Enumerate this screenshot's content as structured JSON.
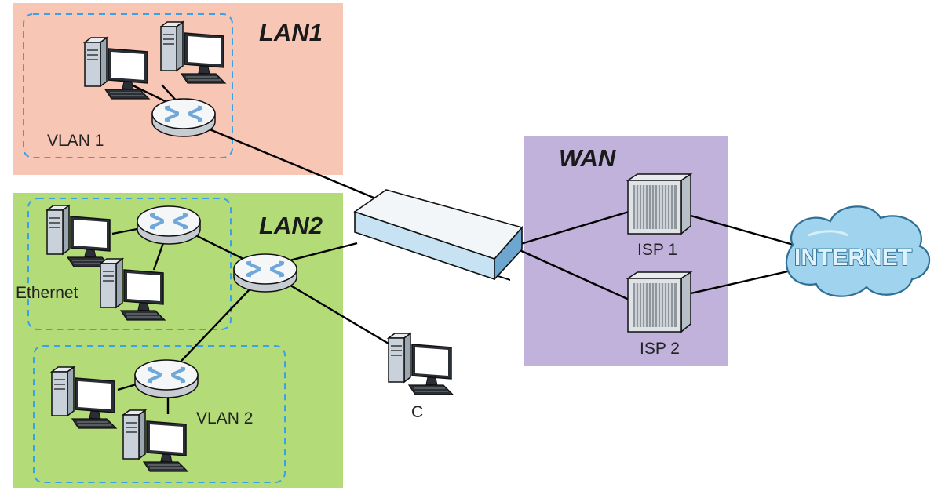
{
  "diagram": {
    "zones": {
      "lan1": {
        "title": "LAN1",
        "color": "#f7c6b5"
      },
      "lan2": {
        "title": "LAN2",
        "color": "#b3db78"
      },
      "wan": {
        "title": "WAN",
        "color": "#c0b2db"
      }
    },
    "groups": {
      "vlan1": "VLAN 1",
      "ethernet": "Ethernet",
      "vlan2": "VLAN 2"
    },
    "nodes": {
      "computer_c": "C",
      "isp1": "ISP 1",
      "isp2": "ISP 2",
      "internet": "INTERNET"
    },
    "colors": {
      "vlan_border": "#3aa0e8",
      "link": "#000000",
      "cloud": "#9fd3ee"
    }
  }
}
